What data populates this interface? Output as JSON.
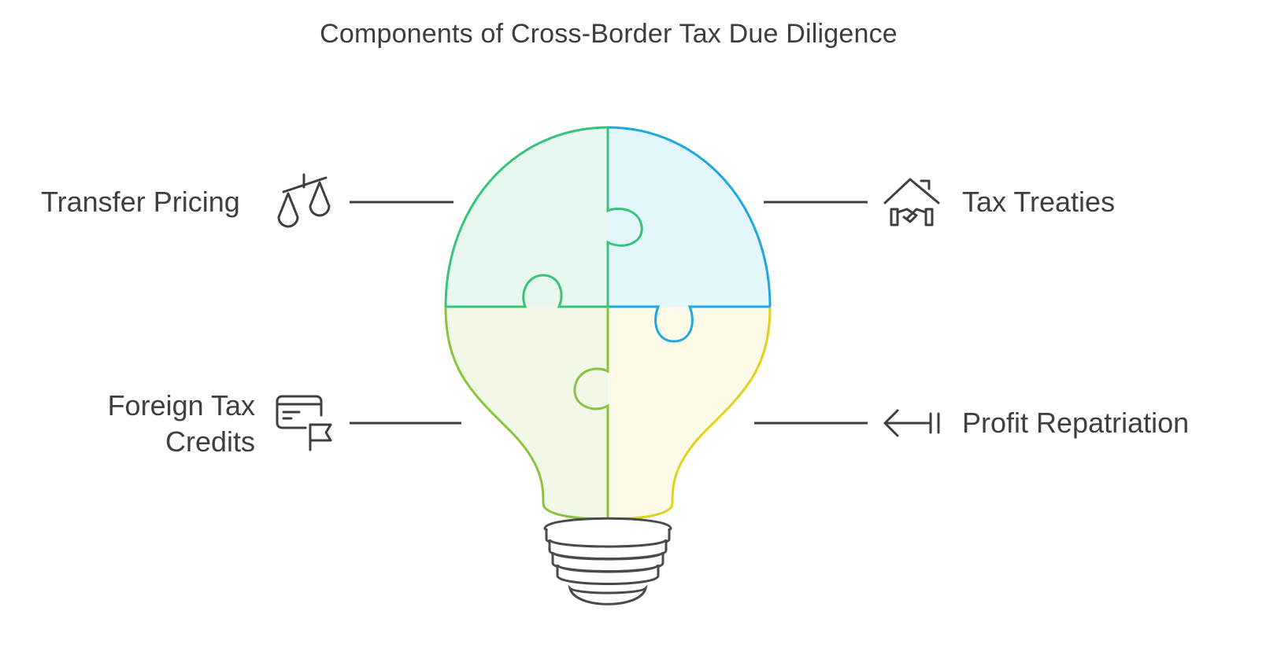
{
  "title": "Components of Cross-Border Tax Due Diligence",
  "items": [
    {
      "label": "Transfer Pricing",
      "icon": "scales-icon",
      "color": "#2ec27e"
    },
    {
      "label": "Tax Treaties",
      "icon": "house-handshake-icon",
      "color": "#1eaee0"
    },
    {
      "label_line1": "Foreign Tax",
      "label_line2": "Credits",
      "icon": "card-flag-icon",
      "color": "#8cc63f"
    },
    {
      "label": "Profit Repatriation",
      "icon": "arrow-return-icon",
      "color": "#e0d21e"
    }
  ],
  "colors": {
    "green": "#36c47a",
    "blue": "#1ea8e0",
    "lime": "#8ac43a",
    "yellow": "#e2d21a",
    "text": "#3f3f3f"
  }
}
